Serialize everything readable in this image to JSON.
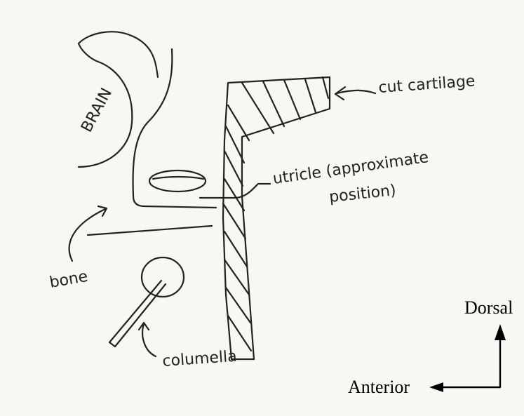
{
  "labels": {
    "brain": "BRAIN",
    "cut_cartilage": "cut cartilage",
    "utricle_line1": "utricle (approximate",
    "utricle_line2": "position)",
    "bone": "bone",
    "columella": "columella",
    "dorsal": "Dorsal",
    "anterior": "Anterior"
  },
  "colors": {
    "ink": "#222222",
    "paper": "#f7f7f4"
  }
}
